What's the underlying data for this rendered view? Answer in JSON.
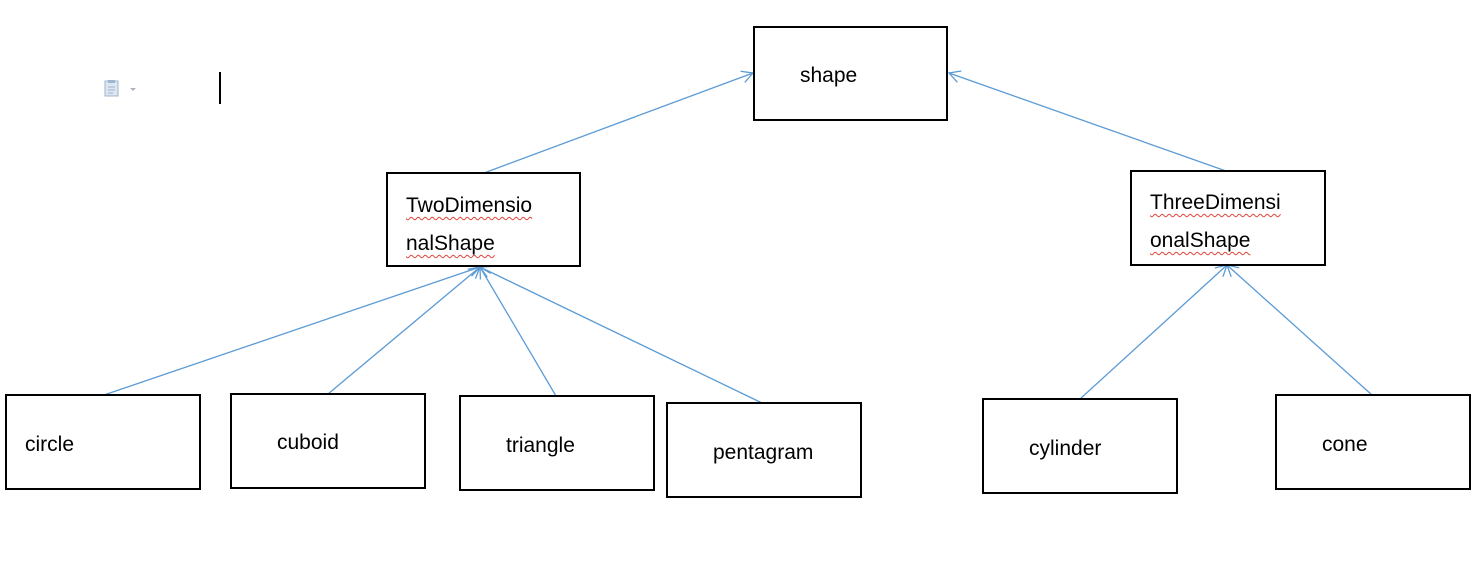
{
  "diagram": {
    "root": {
      "label": "shape"
    },
    "two_d": {
      "line1": "TwoDimensio",
      "line2": "nalShape"
    },
    "three_d": {
      "line1": "ThreeDimensi",
      "line2": "onalShape"
    },
    "two_d_children": [
      "circle",
      "cuboid",
      "triangle",
      "pentagram"
    ],
    "three_d_children": [
      "cylinder",
      "cone"
    ]
  },
  "colors": {
    "arrow": "#5b9bd5",
    "box_border": "#000000",
    "spellcheck_underline": "#e0443c"
  },
  "icons": {
    "paste_options": "paste-options-icon",
    "text_cursor": "text-cursor"
  }
}
